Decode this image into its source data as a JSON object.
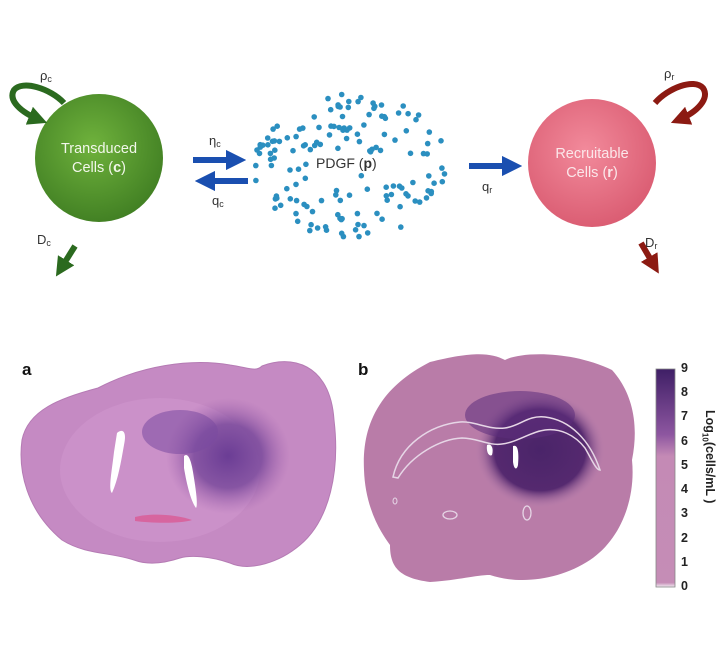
{
  "diagram": {
    "colors": {
      "transduced": "#4e8d2a",
      "recruitable": "#e36a7f",
      "flux_arrow": "#1a4fb0",
      "green_arrow": "#2b6a1f",
      "red_arrow": "#8c1a12",
      "particle": "#2b8fc0"
    },
    "nodes": {
      "transduced": {
        "line1": "Transduced",
        "line2_pre": "Cells (",
        "line2_bold": "c",
        "line2_post": ")"
      },
      "pdgf": {
        "pre": "PDGF (",
        "bold": "p",
        "post": ")"
      },
      "recruitable": {
        "line1": "Recruitable",
        "line2_pre": "Cells (",
        "line2_bold": "r",
        "line2_post": ")"
      }
    },
    "rates": {
      "rho_c": {
        "sym": "ρ",
        "sub": "c"
      },
      "D_c": {
        "sym": "D",
        "sub": "c"
      },
      "eta_c": {
        "sym": "η",
        "sub": "c"
      },
      "q_c": {
        "sym": "q",
        "sub": "c"
      },
      "q_r": {
        "sym": "q",
        "sub": "r"
      },
      "rho_r": {
        "sym": "ρ",
        "sub": "r"
      },
      "D_r": {
        "sym": "D",
        "sub": "r"
      }
    }
  },
  "panels": {
    "a": {
      "letter": "a"
    },
    "b": {
      "letter": "b"
    }
  },
  "colorbar": {
    "title_pre": "Log",
    "title_sub": "10",
    "title_post": "(cells/mL )",
    "ticks": [
      "9",
      "8",
      "7",
      "6",
      "5",
      "4",
      "3",
      "2",
      "1",
      "0"
    ],
    "min": 0,
    "max": 9,
    "colors": {
      "high": "#3f1f66",
      "mid": "#7a4a93",
      "low": "#c58db6",
      "zero": "#f4eef4"
    }
  }
}
